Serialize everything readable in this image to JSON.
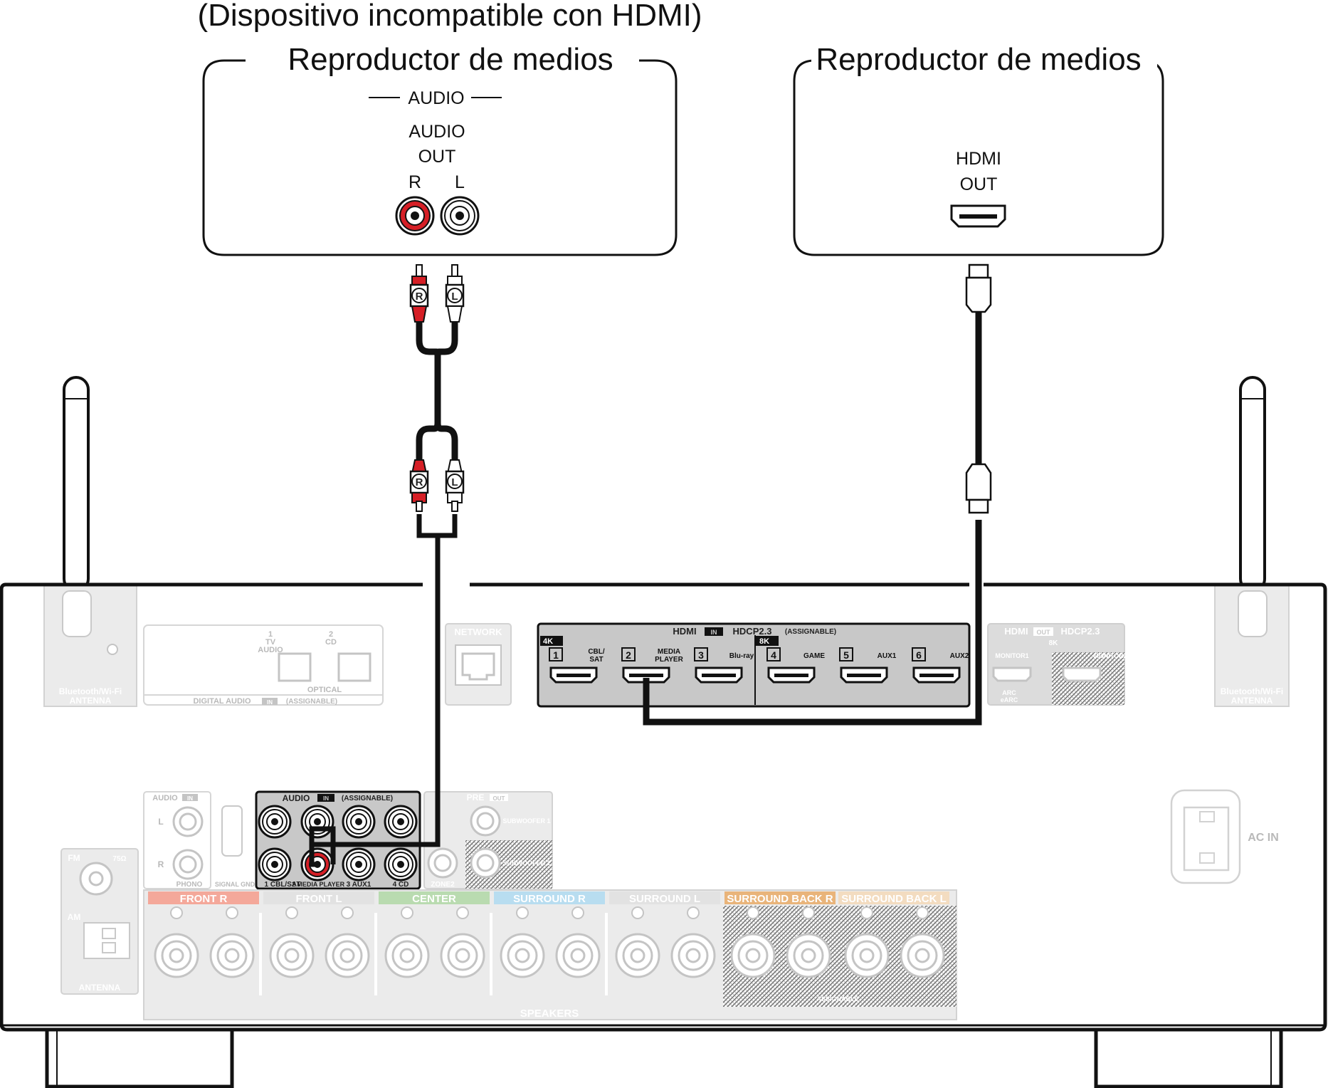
{
  "source_device": {
    "note": "(Dispositivo incompatible con HDMI)",
    "title": "Reproductor de medios",
    "section": "AUDIO",
    "output_label_1": "AUDIO",
    "output_label_2": "OUT",
    "channel_r": "R",
    "channel_l": "L"
  },
  "hdmi_device": {
    "title": "Reproductor de medios",
    "output_label_1": "HDMI",
    "output_label_2": "OUT"
  },
  "cable": {
    "plug_r": "R",
    "plug_l": "L"
  },
  "receiver": {
    "antenna_left": [
      "Bluetooth/Wi-Fi",
      "ANTENNA"
    ],
    "antenna_right": [
      "Bluetooth/Wi-Fi",
      "ANTENNA"
    ],
    "digital_audio": {
      "in1_num": "1",
      "in1_name_1": "TV",
      "in1_name_2": "AUDIO",
      "in2_num": "2",
      "in2_name": "CD",
      "optical": "OPTICAL",
      "footer_label": "DIGITAL AUDIO",
      "footer_badge": "IN",
      "footer_assign": "(ASSIGNABLE)"
    },
    "network": "NETWORK",
    "hdmi_in": {
      "label": "HDMI",
      "badge": "IN",
      "hdcp": "HDCP2.3",
      "assign": "(ASSIGNABLE)",
      "group_4k": "4K",
      "group_8k": "8K",
      "inputs": [
        {
          "num": "1",
          "name": "CBL/\nSAT"
        },
        {
          "num": "2",
          "name": "MEDIA\nPLAYER"
        },
        {
          "num": "3",
          "name": "Blu-ray"
        },
        {
          "num": "4",
          "name": "GAME"
        },
        {
          "num": "5",
          "name": "AUX1"
        },
        {
          "num": "6",
          "name": "AUX2"
        }
      ]
    },
    "hdmi_out": {
      "label": "HDMI",
      "badge": "OUT",
      "hdcp": "HDCP2.3",
      "group": "8K",
      "monitor1": "MONITOR1",
      "monitor2": "MONITOR2",
      "arc_1": "ARC",
      "arc_2": "eARC"
    },
    "phono": {
      "label": "AUDIO",
      "badge": "IN",
      "ch_l": "L",
      "ch_r": "R",
      "name": "PHONO",
      "gnd": "SIGNAL GND"
    },
    "audio_in": {
      "label": "AUDIO",
      "badge": "IN",
      "assign": "(ASSIGNABLE)",
      "inputs": [
        "1 CBL/SAT",
        "2 MEDIA PLAYER",
        "3 AUX1",
        "4 CD"
      ]
    },
    "pre_out": {
      "label": "PRE",
      "badge": "OUT",
      "sub1": "SUBWOOFER 1",
      "sub2": "SUBWOOFER 2",
      "zone2": "ZONE2"
    },
    "antenna_terminals": {
      "fm": "FM",
      "ohm": "75Ω",
      "am": "AM",
      "label": "ANTENNA"
    },
    "ac_in": "AC IN",
    "speakers": {
      "footer": "SPEAKERS",
      "assign": "ASSIGNABLE",
      "channels": [
        {
          "name": "FRONT",
          "side": "R",
          "color": "#f4a89a"
        },
        {
          "name": "FRONT",
          "side": "L",
          "color": "#e2e2e2"
        },
        {
          "name": "CENTER",
          "side": "",
          "color": "#b9dbb0"
        },
        {
          "name": "SURROUND",
          "side": "R",
          "color": "#b8ddf0"
        },
        {
          "name": "SURROUND",
          "side": "L",
          "color": "#e2e2e2"
        },
        {
          "name": "SURROUND BACK",
          "side": "R",
          "color": "#e9b47a"
        },
        {
          "name": "SURROUND BACK",
          "side": "L",
          "color": "#f3dcc0"
        }
      ]
    }
  },
  "colors": {
    "red_connector": "#d61f26",
    "cable": "#111111",
    "panel_dark": "#c8c8c8",
    "panel_light": "#ebebeb"
  }
}
